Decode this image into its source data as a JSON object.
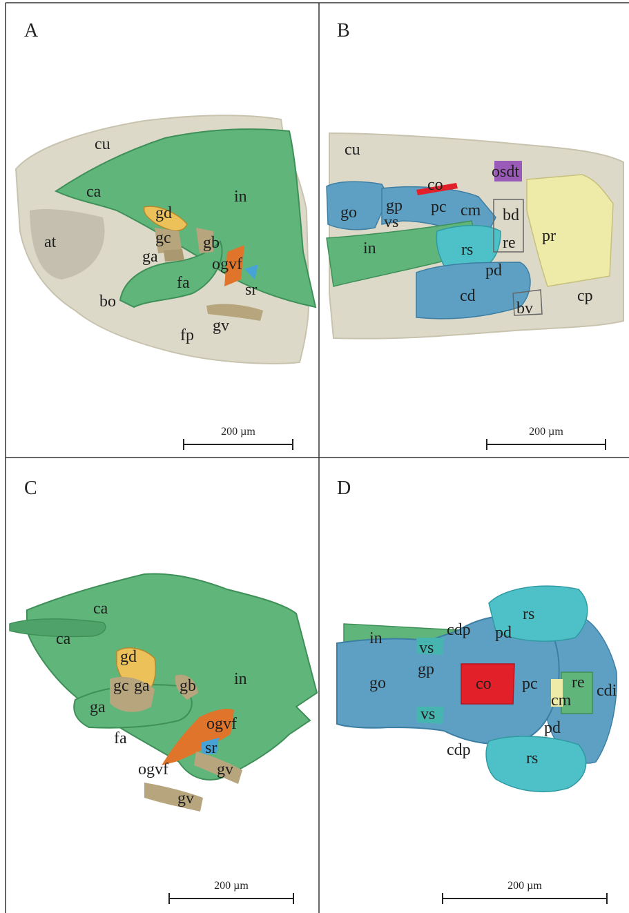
{
  "panels": {
    "A": {
      "label": "A",
      "scale": "200 µm",
      "structures": {
        "cu": "cu",
        "ca": "ca",
        "in": "in",
        "gd": "gd",
        "gc": "gc",
        "at": "at",
        "ga": "ga",
        "gb": "gb",
        "ogvf": "ogvf",
        "fa": "fa",
        "sr": "sr",
        "bo": "bo",
        "gv": "gv",
        "fp": "fp"
      }
    },
    "B": {
      "label": "B",
      "scale": "200 µm",
      "structures": {
        "cu": "cu",
        "osdt": "osdt",
        "co": "co",
        "go": "go",
        "gp": "gp",
        "pc": "pc",
        "cm": "cm",
        "bd": "bd",
        "vs": "vs",
        "pr": "pr",
        "in": "in",
        "rs": "rs",
        "re": "re",
        "pd": "pd",
        "cd": "cd",
        "bv": "bv",
        "cp": "cp"
      }
    },
    "C": {
      "label": "C",
      "scale": "200 µm",
      "structures": {
        "ca_top": "ca",
        "ca_left": "ca",
        "gd": "gd",
        "in": "in",
        "gc": "gc",
        "ga_inner": "ga",
        "gb": "gb",
        "ga_outer": "ga",
        "ogvf_right": "ogvf",
        "fa": "fa",
        "sr": "sr",
        "ogvf_left": "ogvf",
        "gv_right": "gv",
        "gv_lower": "gv"
      }
    },
    "D": {
      "label": "D",
      "scale": "200 µm",
      "structures": {
        "rs_top": "rs",
        "cdp_top": "cdp",
        "pd_top": "pd",
        "in": "in",
        "vs_top": "vs",
        "gp": "gp",
        "go": "go",
        "co": "co",
        "pc": "pc",
        "re": "re",
        "cdi": "cdi",
        "cm": "cm",
        "vs_bottom": "vs",
        "pd_bottom": "pd",
        "cdp_bottom": "cdp",
        "rs_bottom": "rs"
      }
    }
  },
  "colors": {
    "cuticle": "#ddd9c9",
    "green": "#5fb57a",
    "blue": "#5ea0c3",
    "teal": "#4ec1c8",
    "orange": "#e0742a",
    "yellow": "#ecc15a",
    "tan": "#b7a57d",
    "red": "#e2202a",
    "purple": "#9a5ab8",
    "paleyellow": "#eeeaa8"
  }
}
